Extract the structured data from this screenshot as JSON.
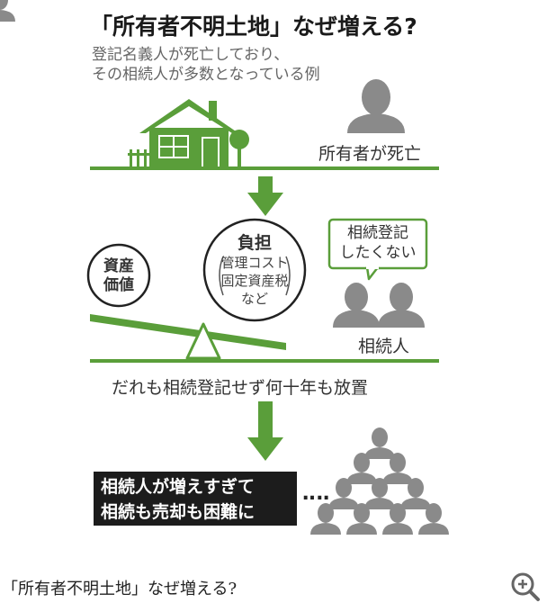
{
  "title": "「所有者不明土地」なぜ増える?",
  "subtitle_lines": [
    "登記名義人が死亡しており、",
    "その相続人が多数となっている例"
  ],
  "owner_label": "所有者が死亡",
  "asset_value": [
    "資産",
    "価値"
  ],
  "burden_heading": "負担",
  "burden_items": [
    "管理コスト",
    "固定資産税",
    "など"
  ],
  "speech": [
    "相続登記",
    "したくない"
  ],
  "heirs_label": "相続人",
  "neglect_text": "だれも相続登記せず何十年も放置",
  "result_box": [
    "相続人が増えすぎて",
    "相続も売却も困難に"
  ],
  "ellipsis": "‥‥",
  "caption": "「所有者不明土地」なぜ増える?",
  "colors": {
    "green": "#5a9e3a",
    "person": "#8a8a8a",
    "black_box": "#1c1c1c"
  },
  "icons": {
    "zoom": "zoom-in-icon"
  }
}
